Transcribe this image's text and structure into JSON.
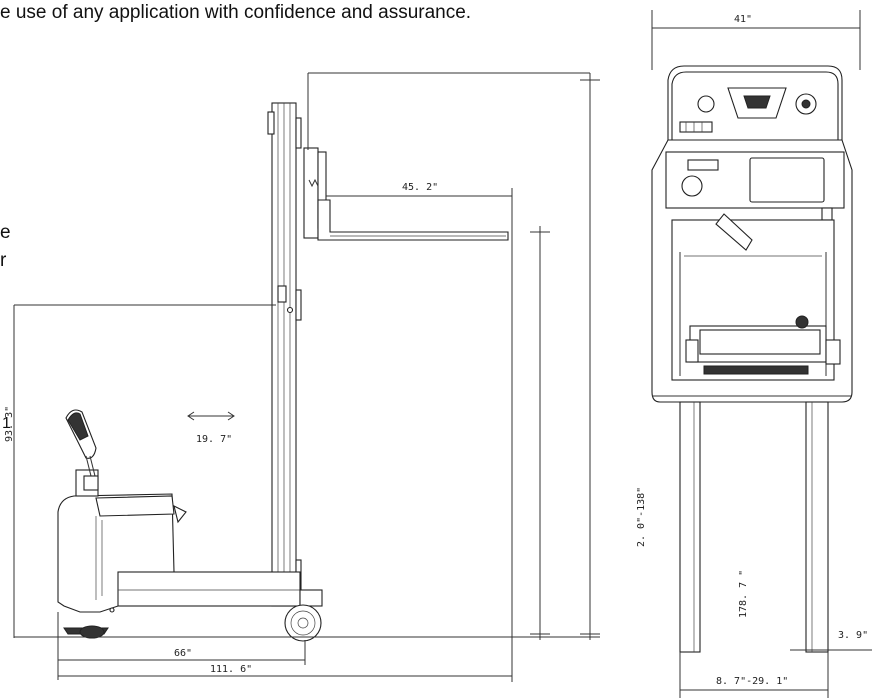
{
  "caption": {
    "line1": "e use of any application with confidence and assurance.",
    "frag_left_1": "e",
    "frag_left_2": "r",
    "frag_left_3": "1"
  },
  "side_view": {
    "dim_fork_reach": "45. 2\"",
    "dim_overall_height": "178. 7 \"",
    "dim_lift_range": "2. 0\"-138\"",
    "dim_handle_height": "93. 3\"",
    "dim_stroke": "19. 7\"",
    "dim_wheelbase": "66\"",
    "dim_overall_length": "111. 6\""
  },
  "front_view": {
    "dim_overall_width": "41\"",
    "dim_fork_width": "8. 7\"-29. 1\"",
    "dim_fork_thickness": "3. 9\""
  },
  "icons": [
    "double-arrow-icon"
  ]
}
